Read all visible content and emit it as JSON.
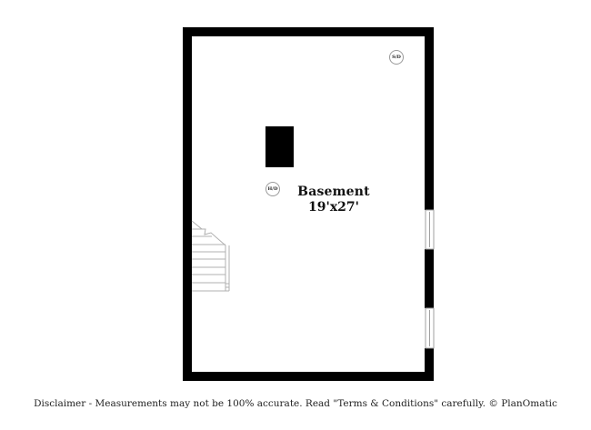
{
  "floor_plan": {
    "rooms": [
      {
        "name": "Basement",
        "dimensions": "19'x27'"
      }
    ],
    "fixtures": [
      {
        "label": "S/D",
        "type": "smoke-detector"
      },
      {
        "label": "H/D",
        "type": "heat-detector"
      }
    ],
    "elements": [
      "stairs",
      "window-upper-right",
      "window-lower-right",
      "column-block"
    ]
  },
  "footer": {
    "disclaimer": "Disclaimer - Measurements may not be 100% accurate. Read \"Terms & Conditions\" carefully. © PlanOmatic"
  },
  "colors": {
    "wall": "#000000",
    "fixture_outline": "#9a9a9a",
    "stairs": "#b0b0b0",
    "background": "#ffffff"
  }
}
